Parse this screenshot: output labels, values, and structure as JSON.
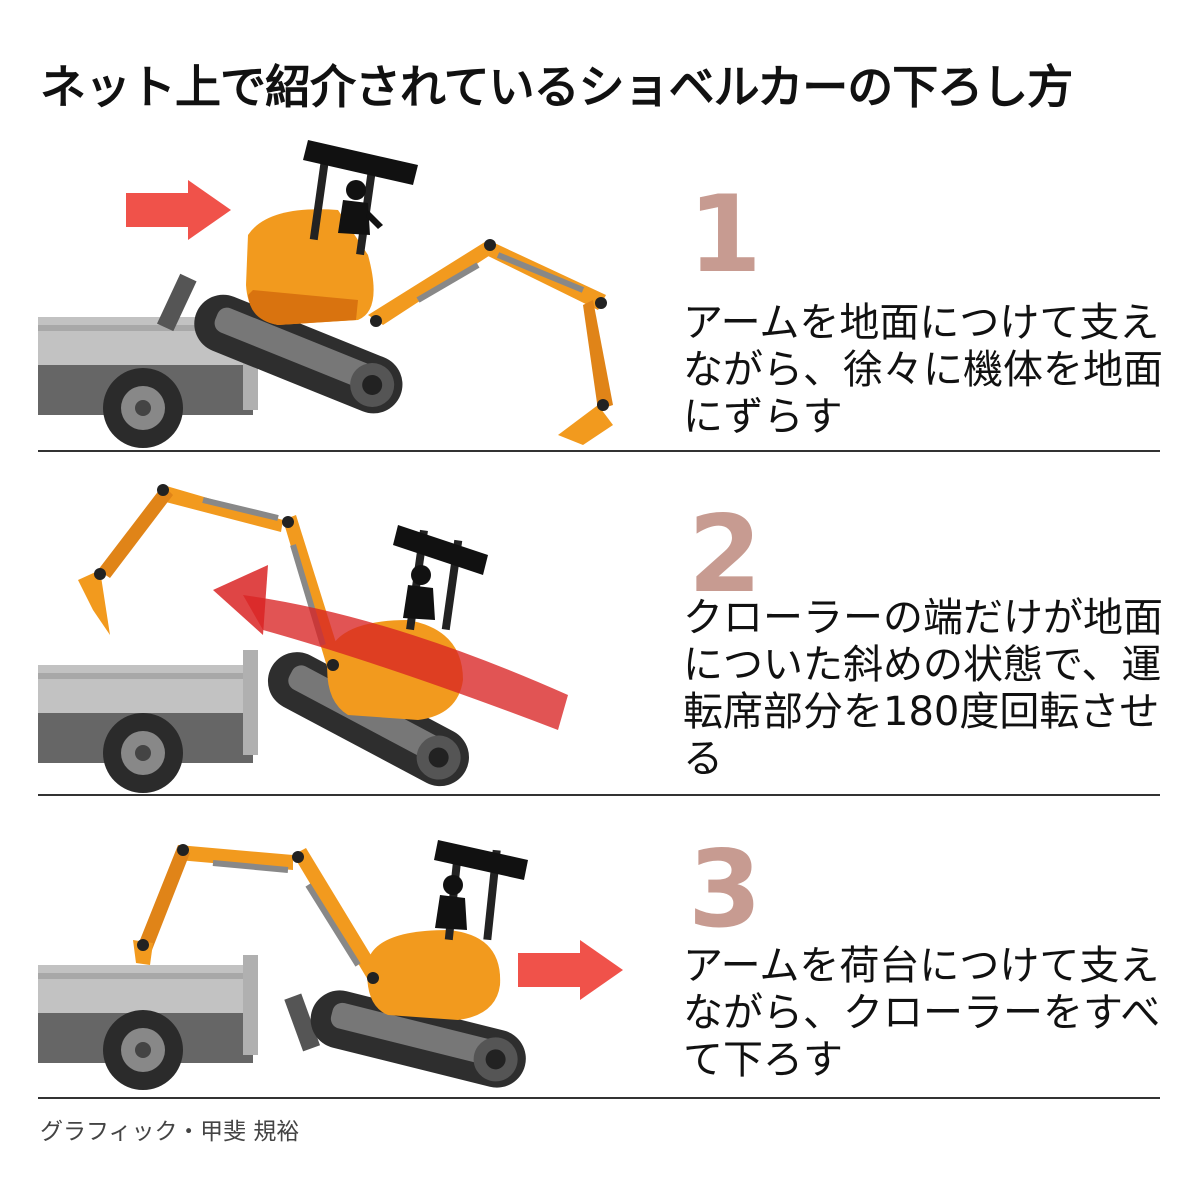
{
  "title": "ネット上で紹介されているショベルカーの下ろし方",
  "steps": [
    {
      "number": "1",
      "text": "アームを地面につけて支えながら、徐々に機体を地面にずらす"
    },
    {
      "number": "2",
      "text": "クローラーの端だけが地面についた斜めの状態で、運転席部分を180度回転させる"
    },
    {
      "number": "3",
      "text": "アームを荷台につけて支えながら、クローラーをすべて下ろす"
    }
  ],
  "credit": "グラフィック・甲斐 規裕",
  "colors": {
    "excavator_body": "#f29a1e",
    "excavator_shade": "#d9730f",
    "arrow": "#f0524a",
    "rotation_arrow": "#d92424",
    "step_number": "#c79b91",
    "truck": "#bdbdbd",
    "track": "#333333"
  },
  "icons": [
    "excavator-icon",
    "truck-icon",
    "operator-icon",
    "right-arrow-icon",
    "rotation-arrow-icon"
  ]
}
